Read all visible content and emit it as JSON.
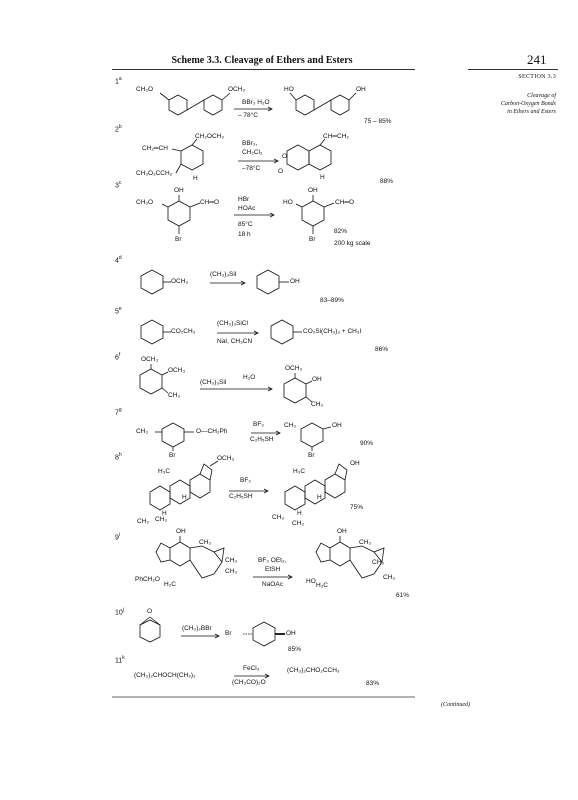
{
  "header": {
    "title": "Scheme 3.3. Cleavage of Ethers and Esters",
    "page_number": "241",
    "section": "SECTION 3.3",
    "section_subtitle": [
      "Cleavage of",
      "Carbon-Oxygen Bonds",
      "in Ethers and Esters"
    ]
  },
  "footer": {
    "continued": "(Continued)"
  },
  "entries": [
    {
      "num": "1",
      "ref": "a",
      "labels": [
        "CH₃O",
        "OCH₃",
        "HO",
        "OH"
      ],
      "reagents": [
        "BBr₃  H₂O",
        "– 78°C"
      ],
      "yield": "75 – 85%"
    },
    {
      "num": "2",
      "ref": "b",
      "labels": [
        "CH₂OCH₃",
        "CH₂═CH",
        "CH₃O₂CCH₂",
        "H",
        "CH═CH₂",
        "O",
        "O",
        "H"
      ],
      "reagents": [
        "BBr₃,",
        "CH₂Cl₂",
        "–78°C"
      ],
      "yield": "88%"
    },
    {
      "num": "3",
      "ref": "c",
      "labels": [
        "OH",
        "CH₃O",
        "CH═O",
        "Br",
        "OH",
        "HO",
        "CH═O",
        "Br"
      ],
      "reagents": [
        "HBr",
        "HOAc",
        "85°C",
        "18 h"
      ],
      "yield": "82%",
      "note": "200 kg scale"
    },
    {
      "num": "4",
      "ref": "d",
      "labels": [
        "OCH₃",
        "OH"
      ],
      "reagents": [
        "(CH₃)₃SiI"
      ],
      "yield": "83–89%"
    },
    {
      "num": "5",
      "ref": "e",
      "labels": [
        "CO₂CH₃",
        "CO₂Si(CH₃)₃  +  CH₃I"
      ],
      "reagents": [
        "(CH₃)₃SiCl",
        "NaI, CH₃CN"
      ],
      "yield": "86%"
    },
    {
      "num": "6",
      "ref": "f",
      "labels": [
        "OCH₃",
        "OCH₃",
        "CH₃",
        "OCH₃",
        "OH",
        "CH₃"
      ],
      "reagents": [
        "(CH₃)₃SiI",
        "H₂O"
      ],
      "yield": ""
    },
    {
      "num": "7",
      "ref": "g",
      "labels": [
        "CH₃",
        "Br",
        "O—CH₂Ph",
        "CH₃",
        "OH",
        "Br"
      ],
      "reagents": [
        "BF₃",
        "C₂H₅SH"
      ],
      "yield": "90%"
    },
    {
      "num": "8",
      "ref": "h",
      "labels": [
        "OCH₃",
        "H₃C",
        "H",
        "H",
        "CH₃",
        "CH₃",
        "OH",
        "H₃C",
        "H",
        "H",
        "CH₃",
        "CH₃"
      ],
      "reagents": [
        "BF₃",
        "C₂H₅SH"
      ],
      "yield": "75%"
    },
    {
      "num": "9",
      "ref": "i",
      "labels": [
        "OH",
        "CH₃",
        "CH₃",
        "CH₃",
        "PhCH₂O",
        "H₂C",
        "OH",
        "CH₃",
        "CH₃",
        "CH₃",
        "HO",
        "H₂C"
      ],
      "reagents": [
        "BF₃  OEt₂,",
        "EtSH",
        "NaOAc"
      ],
      "yield": "61%"
    },
    {
      "num": "10",
      "ref": "j",
      "labels": [
        "O",
        "Br",
        "OH"
      ],
      "reagents": [
        "(CH₃)₂BBr"
      ],
      "yield": "85%"
    },
    {
      "num": "11",
      "ref": "k",
      "labels": [
        "(CH₃)₂CHOCH(CH₃)₂",
        "(CH₃)₂CHO₂CCH₃"
      ],
      "reagents": [
        "FeCl₃",
        "(CH₃CO)₂O"
      ],
      "yield": "83%"
    }
  ]
}
